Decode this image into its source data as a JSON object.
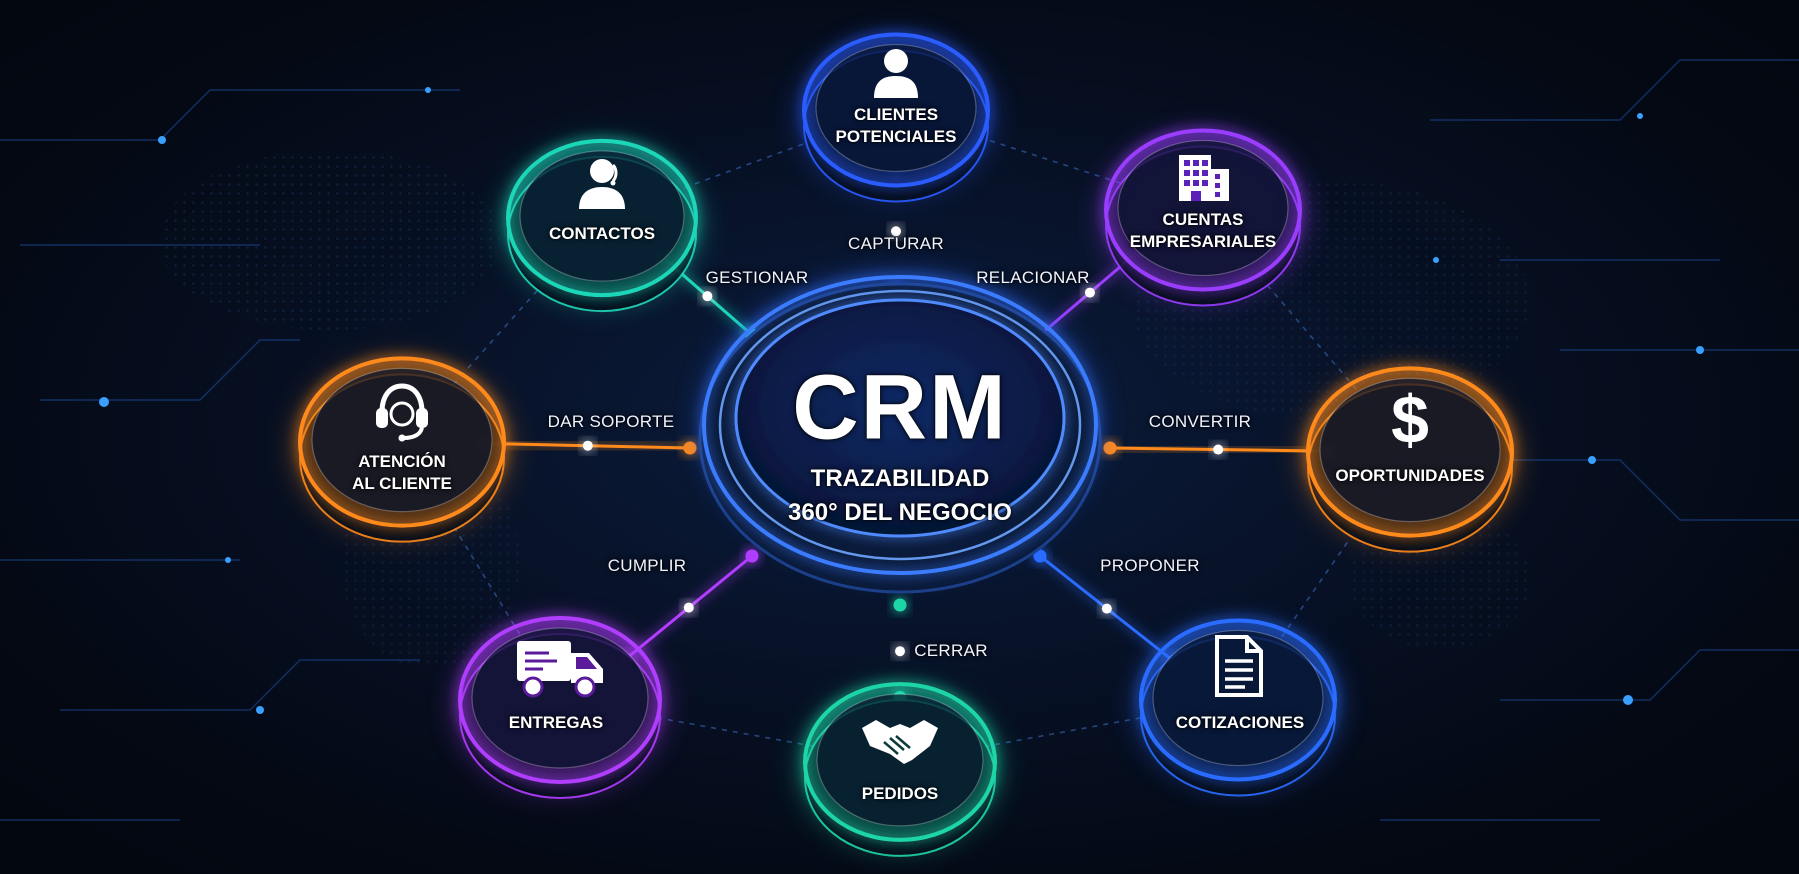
{
  "center": {
    "title": "CRM",
    "subtitle_line1": "TRAZABILIDAD",
    "subtitle_line2": "360° DEL NEGOCIO",
    "color": "#2f6bff"
  },
  "nodes": [
    {
      "id": "clientes",
      "line1": "CLIENTES",
      "line2": "POTENCIALES",
      "icon": "user-icon",
      "color": "#2a5cff",
      "relation": "CAPTURAR"
    },
    {
      "id": "cuentas",
      "line1": "CUENTAS",
      "line2": "EMPRESARIALES",
      "icon": "building-icon",
      "color": "#9a3dff",
      "relation": "RELACIONAR"
    },
    {
      "id": "oportunidades",
      "line1": "OPORTUNIDADES",
      "line2": "",
      "icon": "dollar-icon",
      "color": "#ff8a1a",
      "relation": "CONVERTIR"
    },
    {
      "id": "cotizaciones",
      "line1": "COTIZACIONES",
      "line2": "",
      "icon": "document-icon",
      "color": "#2a6cff",
      "relation": "PROPONER"
    },
    {
      "id": "pedidos",
      "line1": "PEDIDOS",
      "line2": "",
      "icon": "handshake-icon",
      "color": "#1fd6a8",
      "relation": "CERRAR"
    },
    {
      "id": "entregas",
      "line1": "ENTREGAS",
      "line2": "",
      "icon": "truck-icon",
      "color": "#b13dff",
      "relation": "CUMPLIR"
    },
    {
      "id": "atencion",
      "line1": "ATENCIÓN",
      "line2": "AL CLIENTE",
      "icon": "headset-icon",
      "color": "#ff8a1a",
      "relation": "DAR SOPORTE"
    },
    {
      "id": "contactos",
      "line1": "CONTACTOS",
      "line2": "",
      "icon": "contact-icon",
      "color": "#1fd6b8",
      "relation": "GESTIONAR"
    }
  ]
}
